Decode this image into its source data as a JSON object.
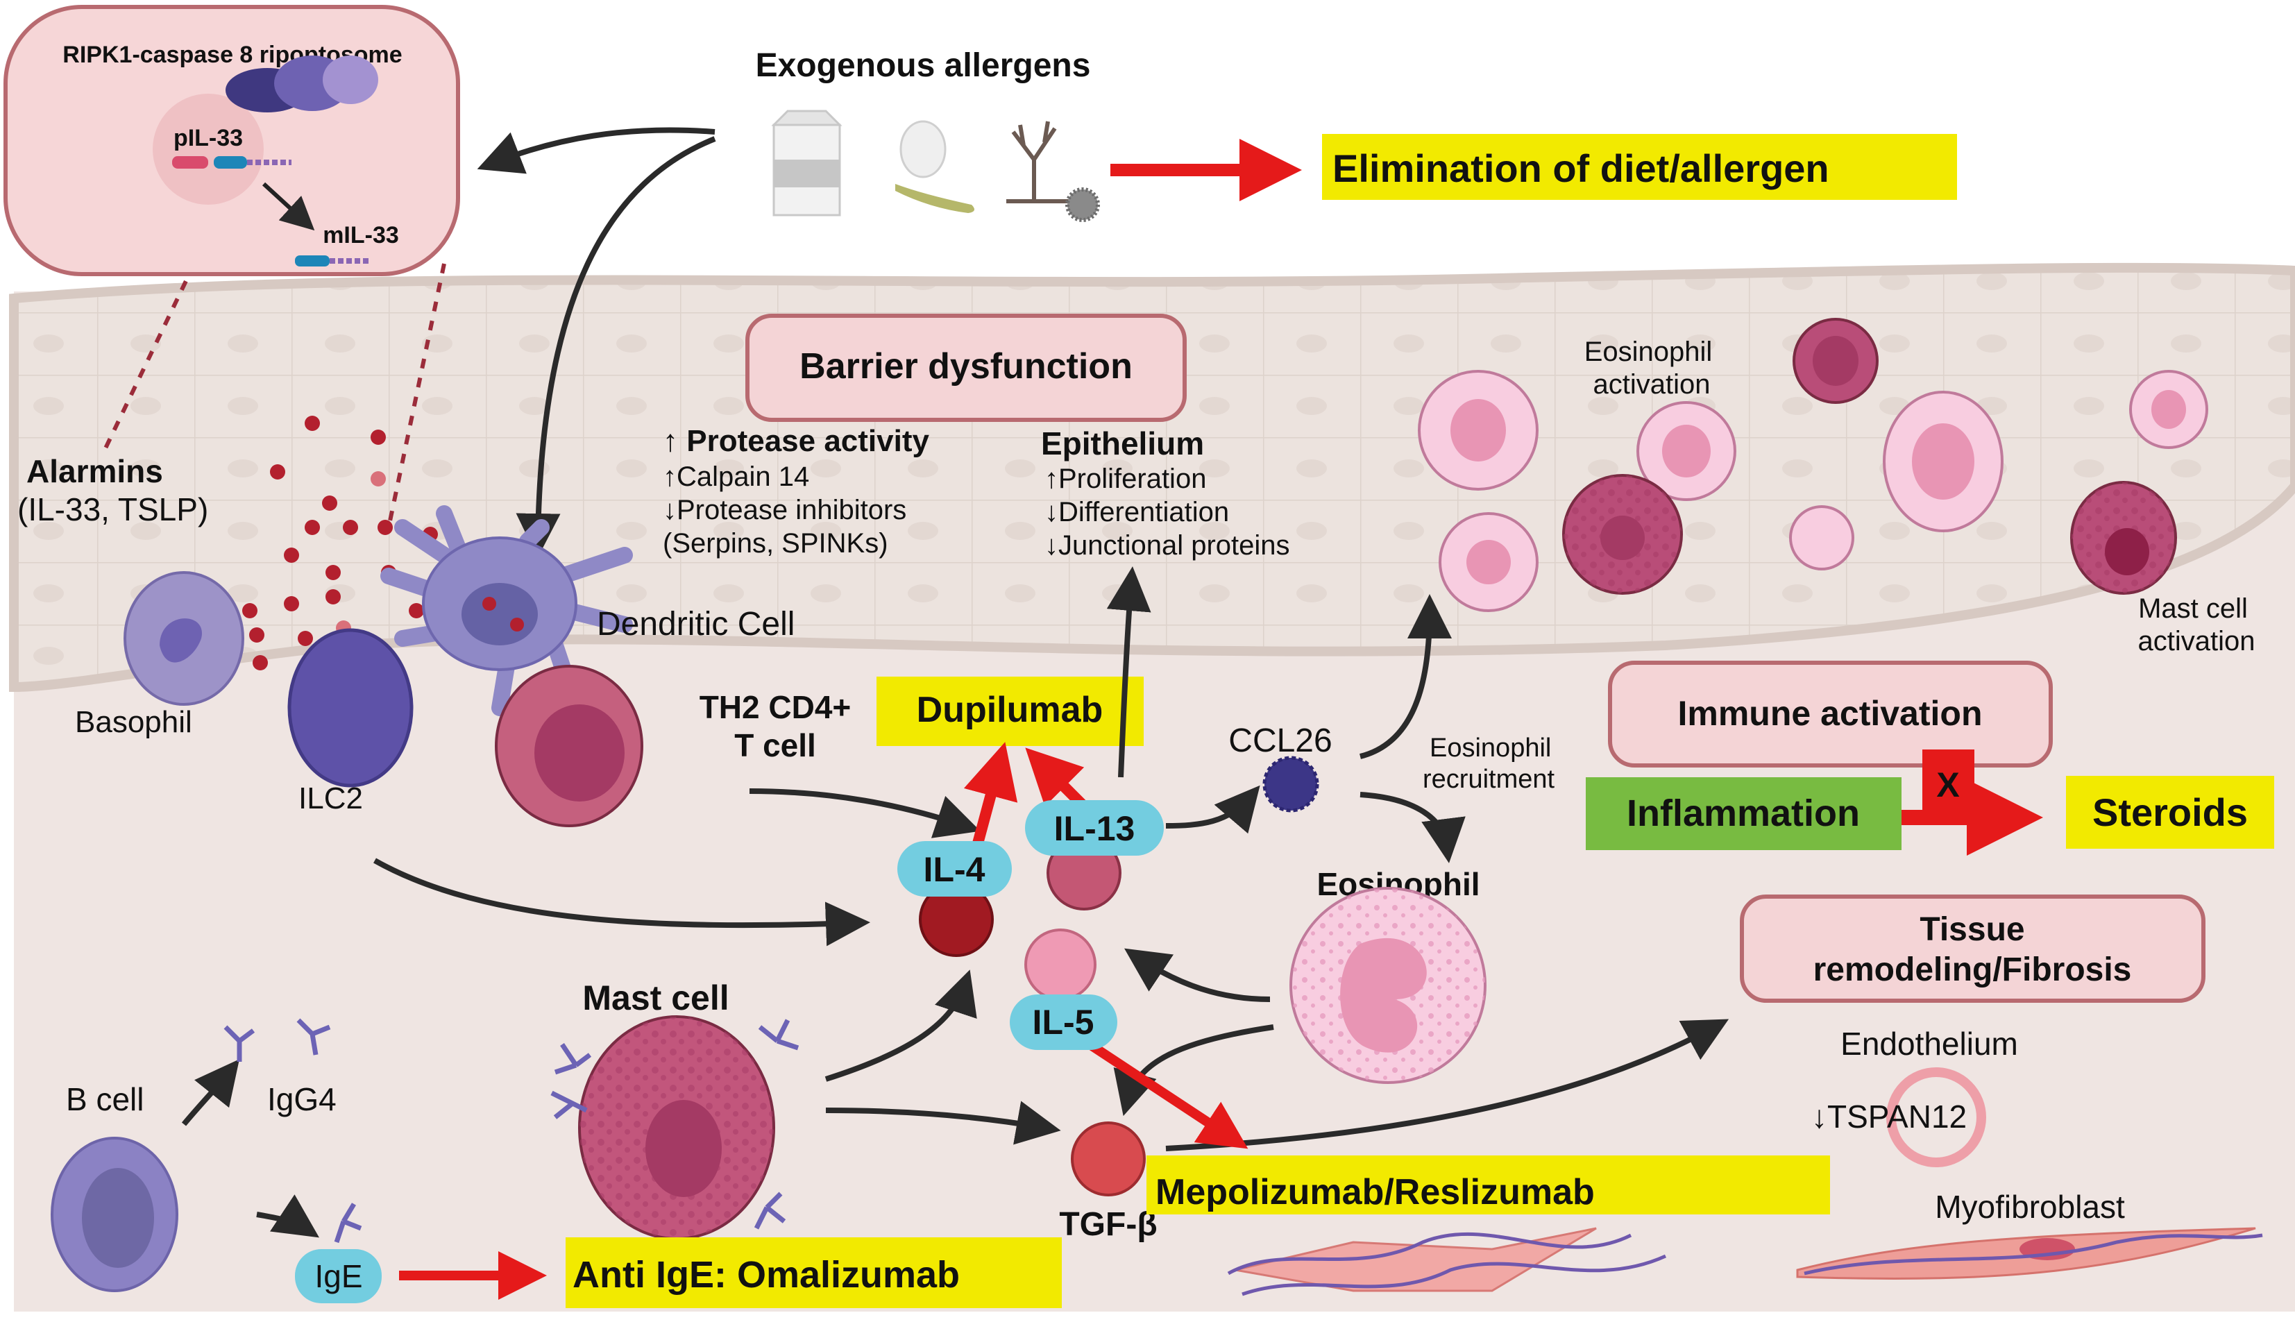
{
  "colors": {
    "tissue_background": "#efe5e2",
    "epithelium": "#e9e0da",
    "box_fill": "#f4d4d6",
    "box_stroke": "#b86a70",
    "highlight_yellow": "#f2ea00",
    "inflammation_green": "#78bb41",
    "red_arrow": "#e51a1a",
    "cytokine_label": "#73cde0",
    "arrow_black": "#2a2a2a"
  },
  "inset": {
    "title": "RIPK1-caspase 8 ripoptosome",
    "pro_form": "pIL-33",
    "mature_form": "mIL-33"
  },
  "allergens": {
    "title": "Exogenous allergens",
    "items": [
      "milk-carton-icon",
      "egg-icon",
      "soybean-pod-icon",
      "pollen-branch-icon",
      "dust-mite-icon"
    ]
  },
  "treatments": {
    "elimination": "Elimination of diet/allergen",
    "dupilumab": "Dupilumab",
    "steroids": "Steroids",
    "mepolizumab": "Mepolizumab/Reslizumab",
    "omalizumab": "Anti IgE: Omalizumab"
  },
  "boxes": {
    "barrier": "Barrier dysfunction",
    "immune": "Immune activation",
    "tissue_line1": "Tissue",
    "tissue_line2": "remodeling/Fibrosis"
  },
  "inflammation": {
    "label": "Inflammation",
    "block_mark": "X"
  },
  "barrier_details": {
    "protease": {
      "heading": "↑ Protease activity",
      "lines": [
        "↑Calpain 14",
        "↓Protease inhibitors",
        "(Serpins, SPINKs)"
      ]
    },
    "epithelium": {
      "heading": "Epithelium",
      "lines": [
        "↑Proliferation",
        "↓Differentiation",
        "↓Junctional proteins"
      ]
    }
  },
  "labels": {
    "alarmins": "Alarmins",
    "alarmins_sub": "(IL-33, TSLP)",
    "basophil": "Basophil",
    "ilc2": "ILC2",
    "dendritic": "Dendritic Cell",
    "th2_line1": "TH2 CD4+",
    "th2_line2": "T cell",
    "ccl26": "CCL26",
    "eos_recruit_line1": "Eosinophil",
    "eos_recruit_line2": "recruitment",
    "eos_act_line1": "Eosinophil",
    "eos_act_line2": "activation",
    "mast_act_line1": "Mast cell",
    "mast_act_line2": "activation",
    "eosinophil": "Eosinophil",
    "mast_cell": "Mast cell",
    "b_cell": "B cell",
    "igg4": "IgG4",
    "endothelium": "Endothelium",
    "tspan12": "↓TSPAN12",
    "myofibroblast": "Myofibroblast",
    "tgfb": "TGF-β"
  },
  "cytokines": {
    "il4": "IL-4",
    "il13": "IL-13",
    "il5": "IL-5",
    "ige": "IgE"
  }
}
